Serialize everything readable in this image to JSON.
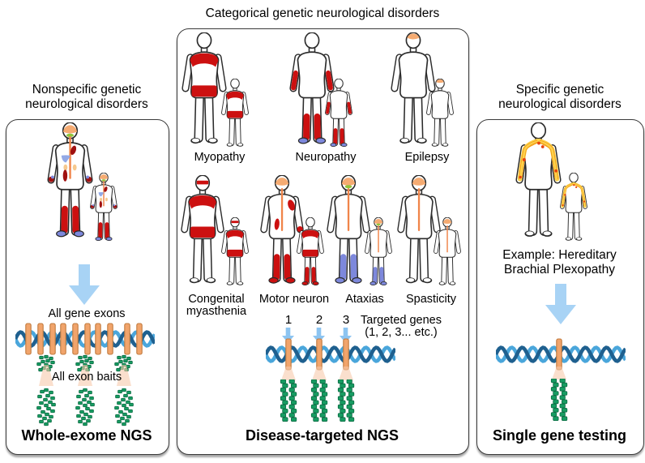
{
  "colors": {
    "outline": "#2b2b2b",
    "red": "#cc1010",
    "dark_red": "#a01010",
    "blue_limb": "#7d88dc",
    "skin": "#f5ab72",
    "spine": "#f0854a",
    "kidney": "#f6c98e",
    "liver": "#93a9e6",
    "cerebellum": "#8fc63c",
    "yellow_nerve": "#fdd24c",
    "nerve_stripe": "#f09a16",
    "lesion_dot": "#e8420d",
    "bait_green": "#179c62",
    "bait_green_dark": "#0c6b43",
    "dna_light": "#4aa6db",
    "dna_dark": "#1f608f",
    "exon": "#f1a46b",
    "exon_stroke": "#c07a3e",
    "arrow_blue": "#a8d3f5",
    "arrow_blue_small": "#8cc4f1",
    "beam": "#f7c9ab",
    "panel_border": "#3a3a3a"
  },
  "titles": {
    "left": [
      "Nonspecific genetic",
      "neurological disorders"
    ],
    "center": "Categorical genetic neurological disorders",
    "right": [
      "Specific genetic",
      "neurological disorders"
    ]
  },
  "left_panel": {
    "figure": "nonspecific",
    "gene_exons_label": "All gene exons",
    "exon_baits_label": "All exon baits",
    "method_label": "Whole-exome NGS"
  },
  "middle_panel": {
    "row1": [
      {
        "id": "myopathy",
        "label": "Myopathy"
      },
      {
        "id": "neuropathy",
        "label": "Neuropathy"
      },
      {
        "id": "epilepsy",
        "label": "Epilepsy"
      }
    ],
    "row2": [
      {
        "id": "congenital-myasthenia",
        "label_lines": [
          "Congenital",
          "myasthenia"
        ]
      },
      {
        "id": "motor-neuron",
        "label": "Motor neuron"
      },
      {
        "id": "ataxias",
        "label": "Ataxias"
      },
      {
        "id": "spasticity",
        "label": "Spasticity"
      }
    ],
    "targeted_numbers": [
      "1",
      "2",
      "3"
    ],
    "targeted_genes_lines": [
      "Targeted genes",
      "(1, 2, 3... etc.)"
    ],
    "method_label": "Disease-targeted NGS"
  },
  "right_panel": {
    "figure": "brachial-plexopathy",
    "example_lines": [
      "Example: Hereditary",
      "Brachial Plexopathy"
    ],
    "method_label": "Single gene testing"
  }
}
